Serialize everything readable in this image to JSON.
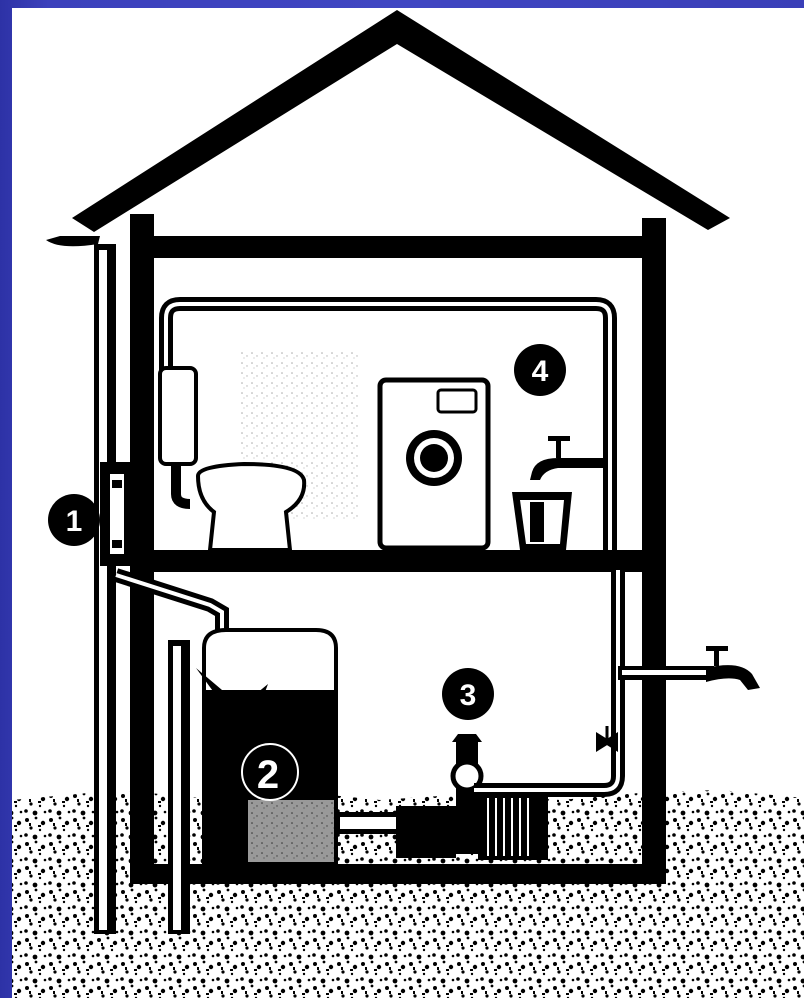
{
  "diagram": {
    "callouts": [
      {
        "id": "1",
        "label": "1"
      },
      {
        "id": "2",
        "label": "2"
      },
      {
        "id": "3",
        "label": "3"
      },
      {
        "id": "4",
        "label": "4"
      }
    ],
    "colors": {
      "background": "#3a3fb8",
      "ink": "#000000",
      "paper": "#ffffff"
    }
  }
}
